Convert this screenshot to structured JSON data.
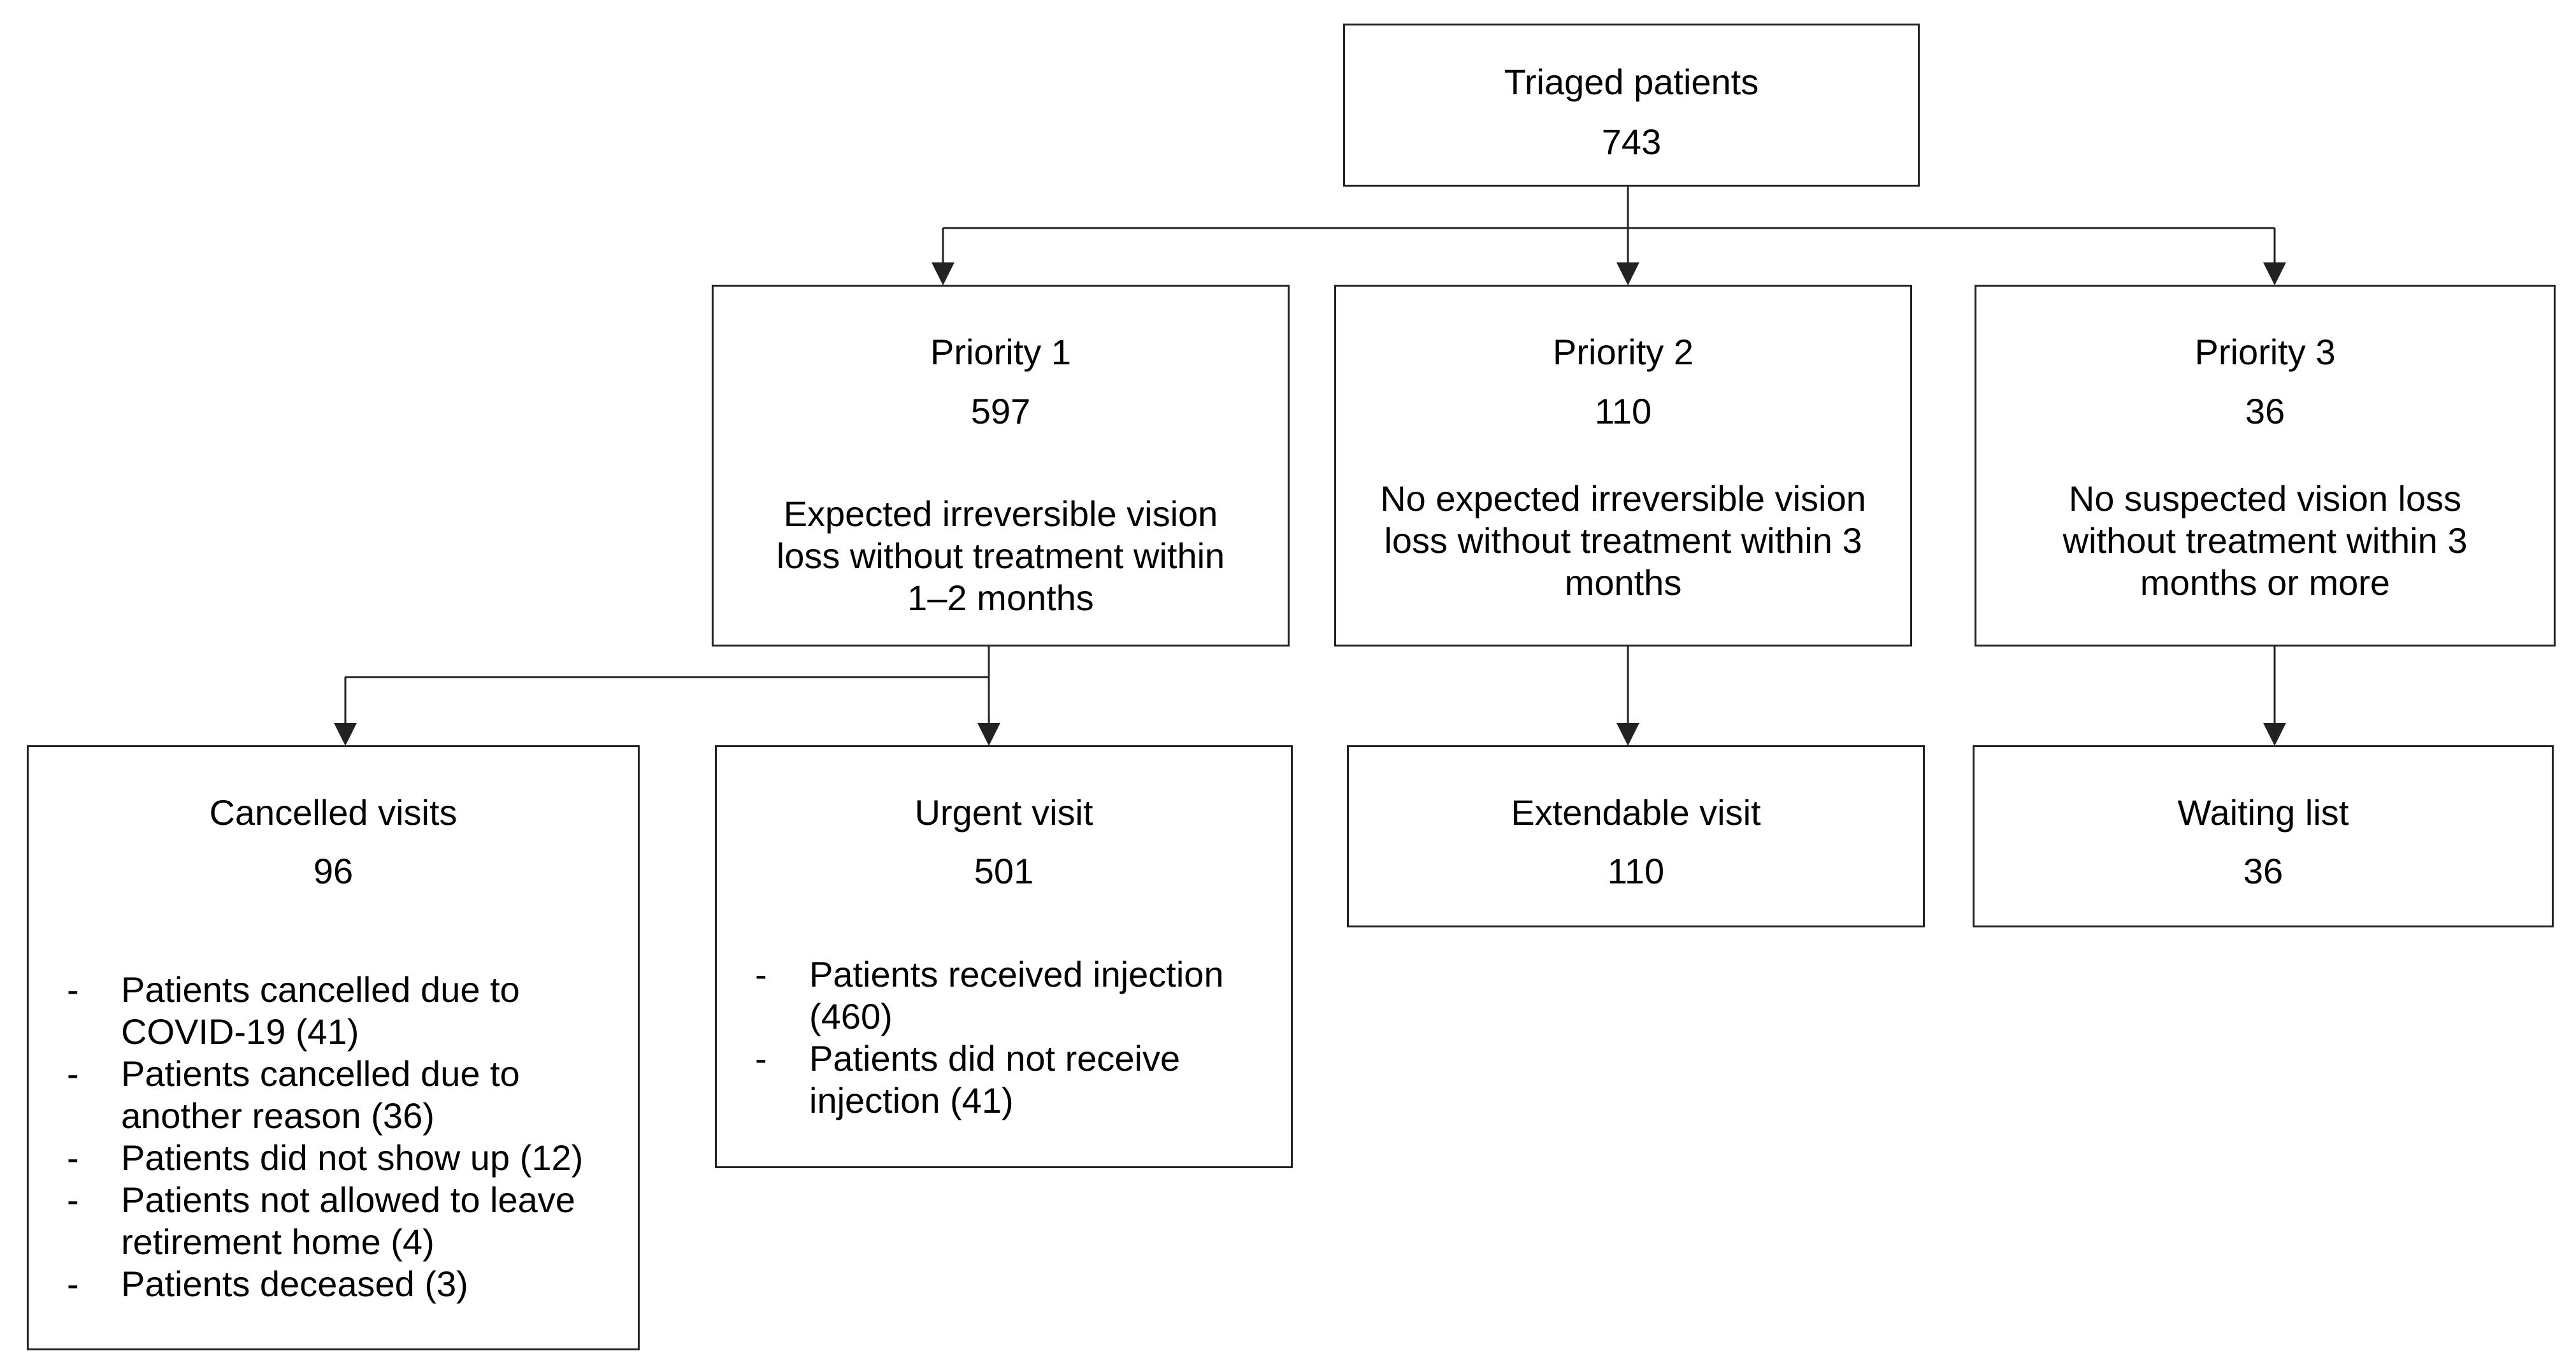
{
  "diagram": {
    "root": {
      "title": "Triaged patients",
      "count": "743"
    },
    "priorities": [
      {
        "title": "Priority 1",
        "count": "597",
        "description": "Expected irreversible vision loss without treatment within 1–2 months"
      },
      {
        "title": "Priority 2",
        "count": "110",
        "description": "No expected irreversible vision loss without treatment within 3 months"
      },
      {
        "title": "Priority 3",
        "count": "36",
        "description": "No suspected vision loss without treatment within 3 months or more"
      }
    ],
    "outcomes": [
      {
        "title": "Cancelled visits",
        "count": "96",
        "items": [
          "Patients cancelled due to COVID-19 (41)",
          "Patients cancelled due to another reason (36)",
          "Patients did not show up (12)",
          "Patients not allowed to leave retirement home (4)",
          "Patients deceased (3)"
        ]
      },
      {
        "title": "Urgent visit",
        "count": "501",
        "items": [
          "Patients received injection (460)",
          "Patients did not receive injection (41)"
        ]
      },
      {
        "title": "Extendable visit",
        "count": "110",
        "items": []
      },
      {
        "title": "Waiting list",
        "count": "36",
        "items": []
      }
    ],
    "bullet_marker": "-",
    "colors": {
      "line": "#222222",
      "box_border": "#222222",
      "text": "#000000",
      "background": "#ffffff"
    }
  }
}
